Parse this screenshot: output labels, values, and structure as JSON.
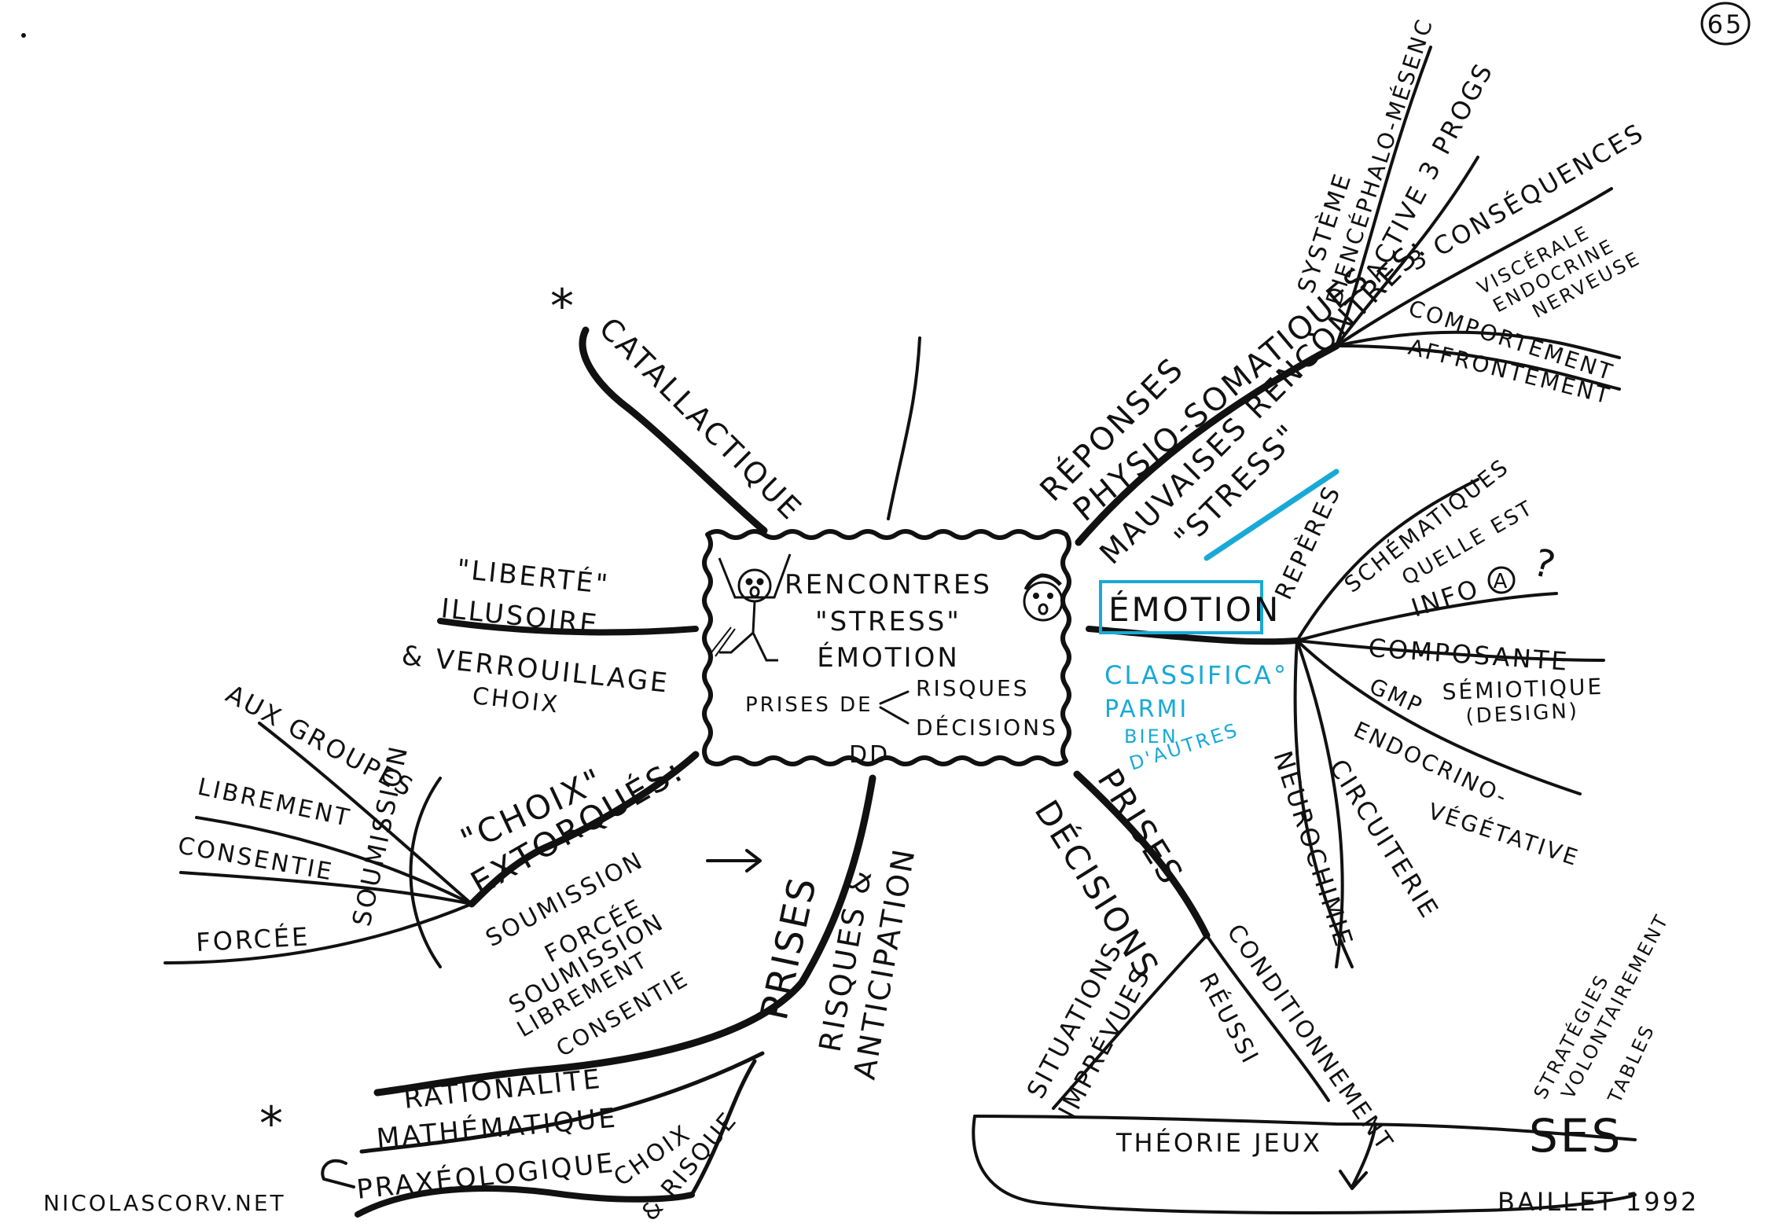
{
  "page_number": "65",
  "colors": {
    "ink": "#111111",
    "accent": "#19a9d6"
  },
  "center": {
    "line1": "RENCONTRES",
    "line2": "\"STRESS\"",
    "line3": "ÉMOTION",
    "prises_de": "PRISES DE",
    "risques": "RISQUES",
    "decisions": "DÉCISIONS",
    "dd": "DD"
  },
  "upper_left": {
    "star": "*",
    "catallactique": "CATALLACTIQUE",
    "liberte": "\"LIBERTÉ\"",
    "illusoire": "ILLUSOIRE",
    "verrouillage": "& VERROUILLAGE",
    "choix": "CHOIX"
  },
  "left": {
    "aux_groupes": "AUX GROUPES",
    "librement": "LIBREMENT",
    "consentie": "CONSENTIE",
    "forcee": "FORCÉE",
    "soumission_vertical": "SOUMISSION",
    "choix_extorques_1": "\"CHOIX\"",
    "choix_extorques_2": "EXTORQUÉS:",
    "soumission": "SOUMISSION",
    "forcee2": "FORCÉE",
    "soumission2": "SOUMISSION",
    "librement2": "LIBREMENT",
    "consentie2": "CONSENTIE"
  },
  "bottom_left": {
    "prises": "PRISES",
    "risques": "RISQUES &",
    "anticipation": "ANTICIPATION",
    "rationalite": "RATIONALITÉ",
    "mathematique": "MATHÉMATIQUE",
    "star": "*",
    "praxeologique": "PRAXÉOLOGIQUE",
    "choix": "CHOIX",
    "et_risque": "& RISQUE"
  },
  "upper_right": {
    "reponses": "RÉPONSES",
    "physio": "PHYSIO-SOMATIQUES",
    "systeme": "SYSTÈME",
    "diencephalo": "DIENCÉPHALO-MÉSENC",
    "active": "ACTIVE 3 PROGS",
    "conseq": "3 CONSÉQUENCES",
    "viscerale": "VISCÉRALE",
    "endocrine": "ENDOCRINE",
    "nerveuse": "NERVEUSE",
    "comportement": "COMPORTEMENT",
    "affrontement": "AFFRONTEMENT",
    "mauvaises": "MAUVAISES RENCONTRES:",
    "stress": "\"STRESS\""
  },
  "right": {
    "emotion": "ÉMOTION",
    "reperes": "REPÈRES",
    "schematiques": "SCHÉMATIQUES",
    "quelle": "QUELLE EST",
    "info": "INFO",
    "circle_a": "A",
    "question": "?",
    "composante": "COMPOSANTE",
    "semiotique": "SÉMIOTIQUE",
    "design": "(DESIGN)",
    "gmp": "GMP",
    "endocrino": "ENDOCRINO-",
    "vegetative": "VÉGÉTATIVE",
    "circuiterie": "CIRCUITERIE",
    "neurochimie": "NEUROCHIMIE",
    "classif1": "CLASSIFICA°",
    "classif2": "PARMI",
    "classif3": "BIEN",
    "classif4": "D'AUTRES"
  },
  "bottom_right": {
    "prises": "PRISES",
    "decisions": "DÉCISIONS",
    "situations": "SITUATIONS",
    "imprevues": "IMPRÉVUES",
    "reussi": "RÉUSSI",
    "conditionnement": "CONDITIONNEMENT",
    "theorie": "THÉORIE JEUX",
    "ses": "SES",
    "strategies": "STRATÉGIES",
    "volontairement": "VOLONTAIREMENT",
    "tables": "TABLES"
  },
  "footer": {
    "site": "NICOLASCORV.NET",
    "author": "BAILLET 1992"
  }
}
